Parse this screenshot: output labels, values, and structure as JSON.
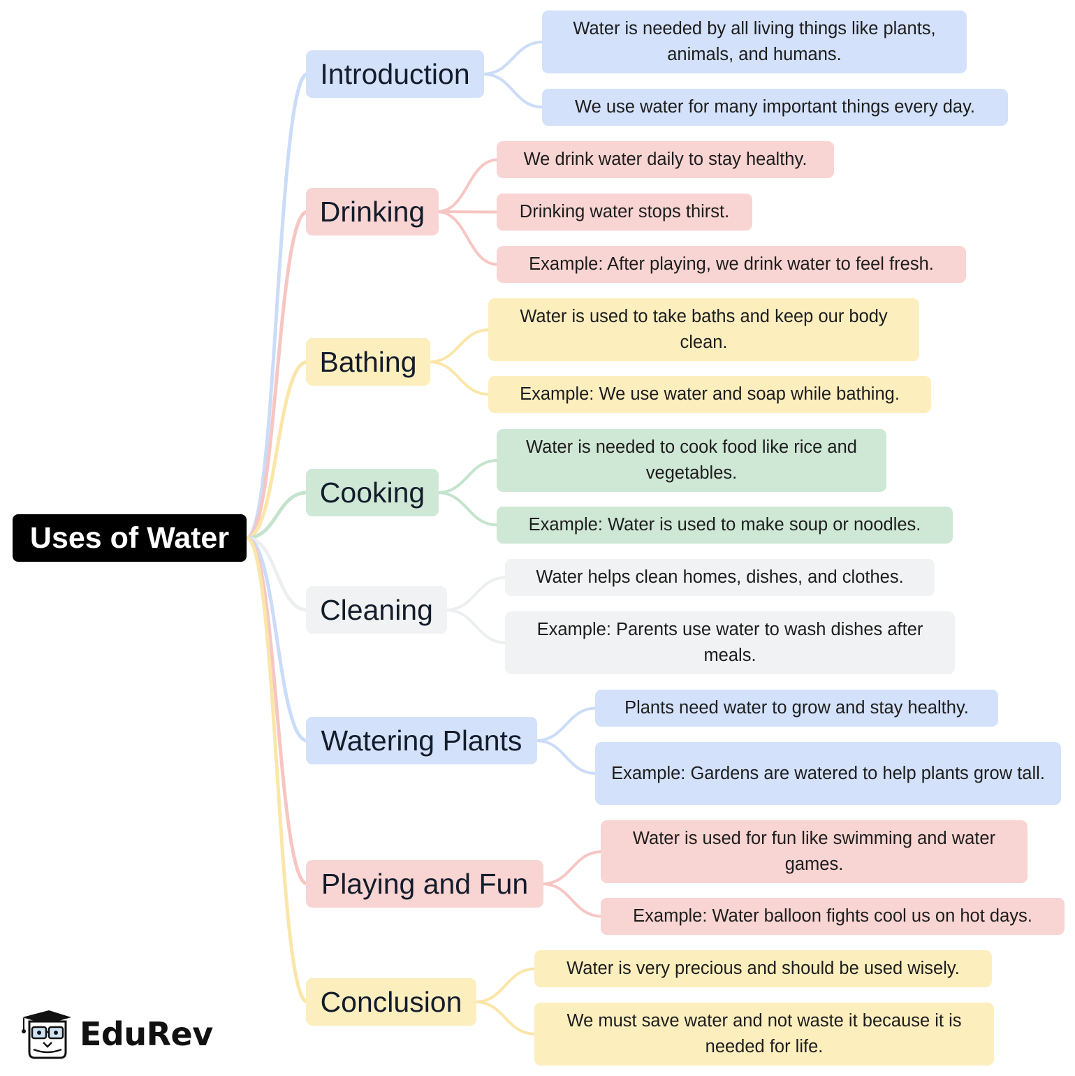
{
  "root": {
    "label": "Uses of Water"
  },
  "colors": {
    "blue": "#d3e1fa",
    "red": "#f8d4d2",
    "yellow": "#fdeebe",
    "green": "#cfe8d6",
    "gray": "#f1f2f3",
    "blue_line": "#cbdcf8",
    "red_line": "#f6c6c3",
    "yellow_line": "#fbe6a9",
    "green_line": "#c4e3cd",
    "gray_line": "#eceef0"
  },
  "branches": [
    {
      "label": "Introduction",
      "color": "blue",
      "children": [
        "Water is needed by all living things like plants, animals, and humans.",
        "We use water for many important things every day."
      ]
    },
    {
      "label": "Drinking",
      "color": "red",
      "children": [
        "We drink water daily to stay healthy.",
        "Drinking water stops thirst.",
        "Example: After playing, we drink water to feel fresh."
      ]
    },
    {
      "label": "Bathing",
      "color": "yellow",
      "children": [
        "Water is used to take baths and keep our body clean.",
        "Example: We use water and soap while bathing."
      ]
    },
    {
      "label": "Cooking",
      "color": "green",
      "children": [
        "Water is needed to cook food like rice and vegetables.",
        "Example: Water is used to make soup or noodles."
      ]
    },
    {
      "label": "Cleaning",
      "color": "gray",
      "children": [
        "Water helps clean homes, dishes, and clothes.",
        "Example: Parents use water to wash dishes after meals."
      ]
    },
    {
      "label": "Watering Plants",
      "color": "blue",
      "children": [
        "Plants need water to grow and stay healthy.",
        "Example: Gardens are watered to help plants grow tall."
      ]
    },
    {
      "label": "Playing and Fun",
      "color": "red",
      "children": [
        "Water is used for fun like swimming and water games.",
        "Example: Water balloon fights cool us on hot days."
      ]
    },
    {
      "label": "Conclusion",
      "color": "yellow",
      "children": [
        "Water is very precious and should be used wisely.",
        "We must save water and not waste it because it is needed for life."
      ]
    }
  ],
  "logo": {
    "text": "EduRev",
    "icon": "graduate-owl-icon"
  }
}
